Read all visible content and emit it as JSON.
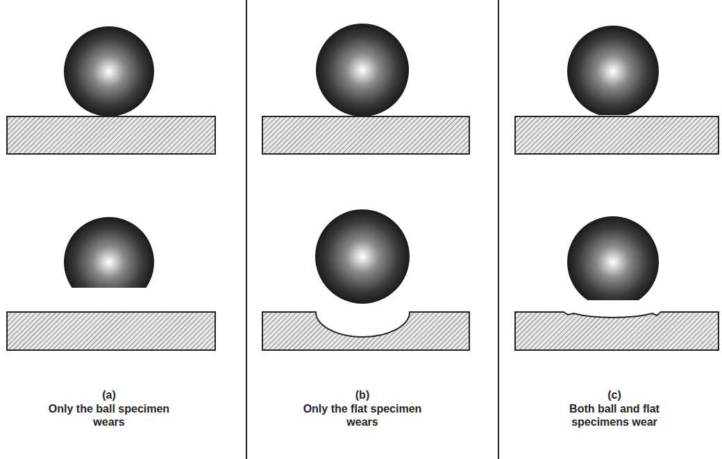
{
  "diagram": {
    "labels": [
      "(a)",
      "Only the ball specimen wears",
      "(b)",
      "Only the flat specimen wears",
      "(c)",
      "Both ball and flat specimens wear"
    ]
  }
}
